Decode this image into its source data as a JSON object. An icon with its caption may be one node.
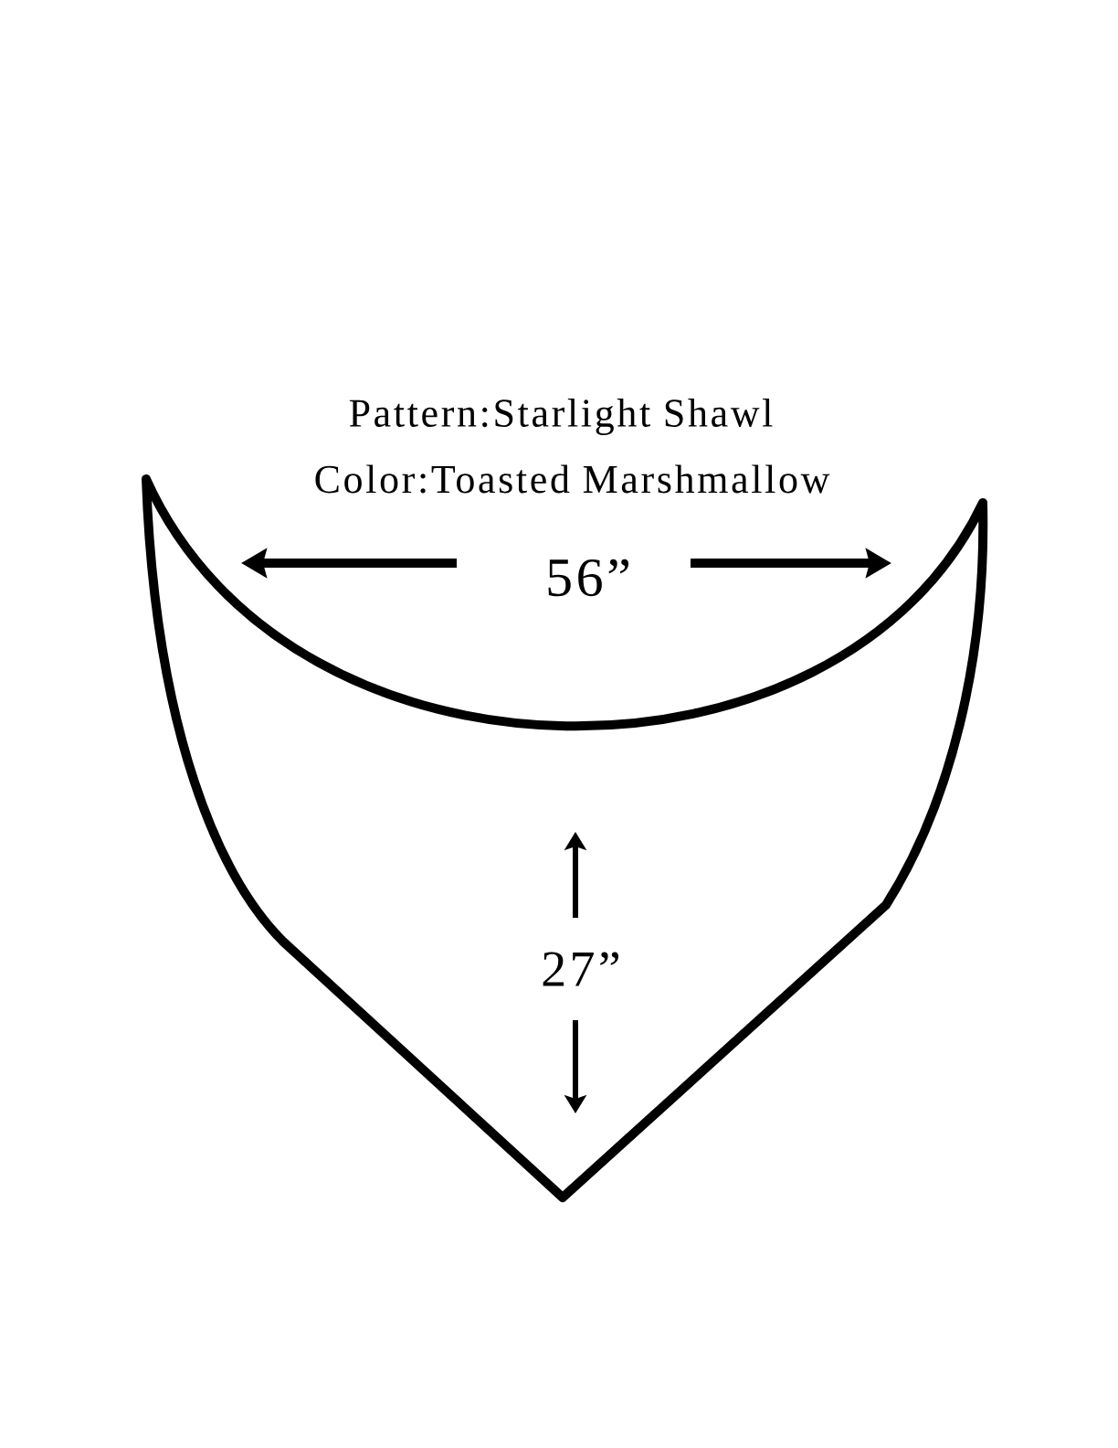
{
  "diagram": {
    "labels": [
      "Pattern:Starlight Shawl",
      "Color:Toasted Marshmallow",
      "56”",
      "27”"
    ]
  }
}
